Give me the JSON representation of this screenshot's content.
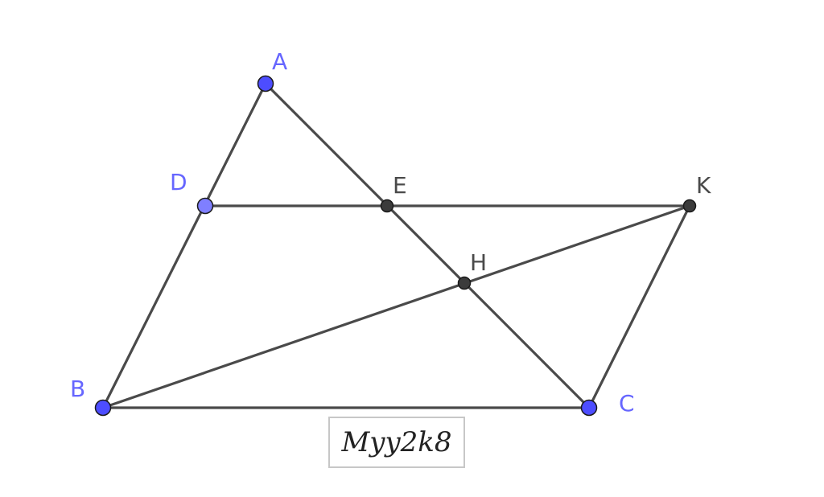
{
  "colors": {
    "background": "#ffffff",
    "segment": "#4a4a4a",
    "free_point_fill": "#4d4dff",
    "free_point_light_fill": "#7f7fff",
    "dependent_point_fill": "#3b3b3b",
    "free_label": "#6666ff",
    "dependent_label": "#4a4a4a",
    "caption_border": "#c7c7c7"
  },
  "points": [
    {
      "id": "A",
      "label": "A",
      "kind": "free"
    },
    {
      "id": "D",
      "label": "D",
      "kind": "free-light"
    },
    {
      "id": "E",
      "label": "E",
      "kind": "dependent"
    },
    {
      "id": "K",
      "label": "K",
      "kind": "dependent"
    },
    {
      "id": "H",
      "label": "H",
      "kind": "dependent"
    },
    {
      "id": "B",
      "label": "B",
      "kind": "free"
    },
    {
      "id": "C",
      "label": "C",
      "kind": "free"
    }
  ],
  "segments": [
    [
      "A",
      "B"
    ],
    [
      "A",
      "C"
    ],
    [
      "B",
      "C"
    ],
    [
      "D",
      "K"
    ],
    [
      "B",
      "K"
    ],
    [
      "C",
      "K"
    ]
  ],
  "caption": {
    "text": "Myy2k8"
  }
}
